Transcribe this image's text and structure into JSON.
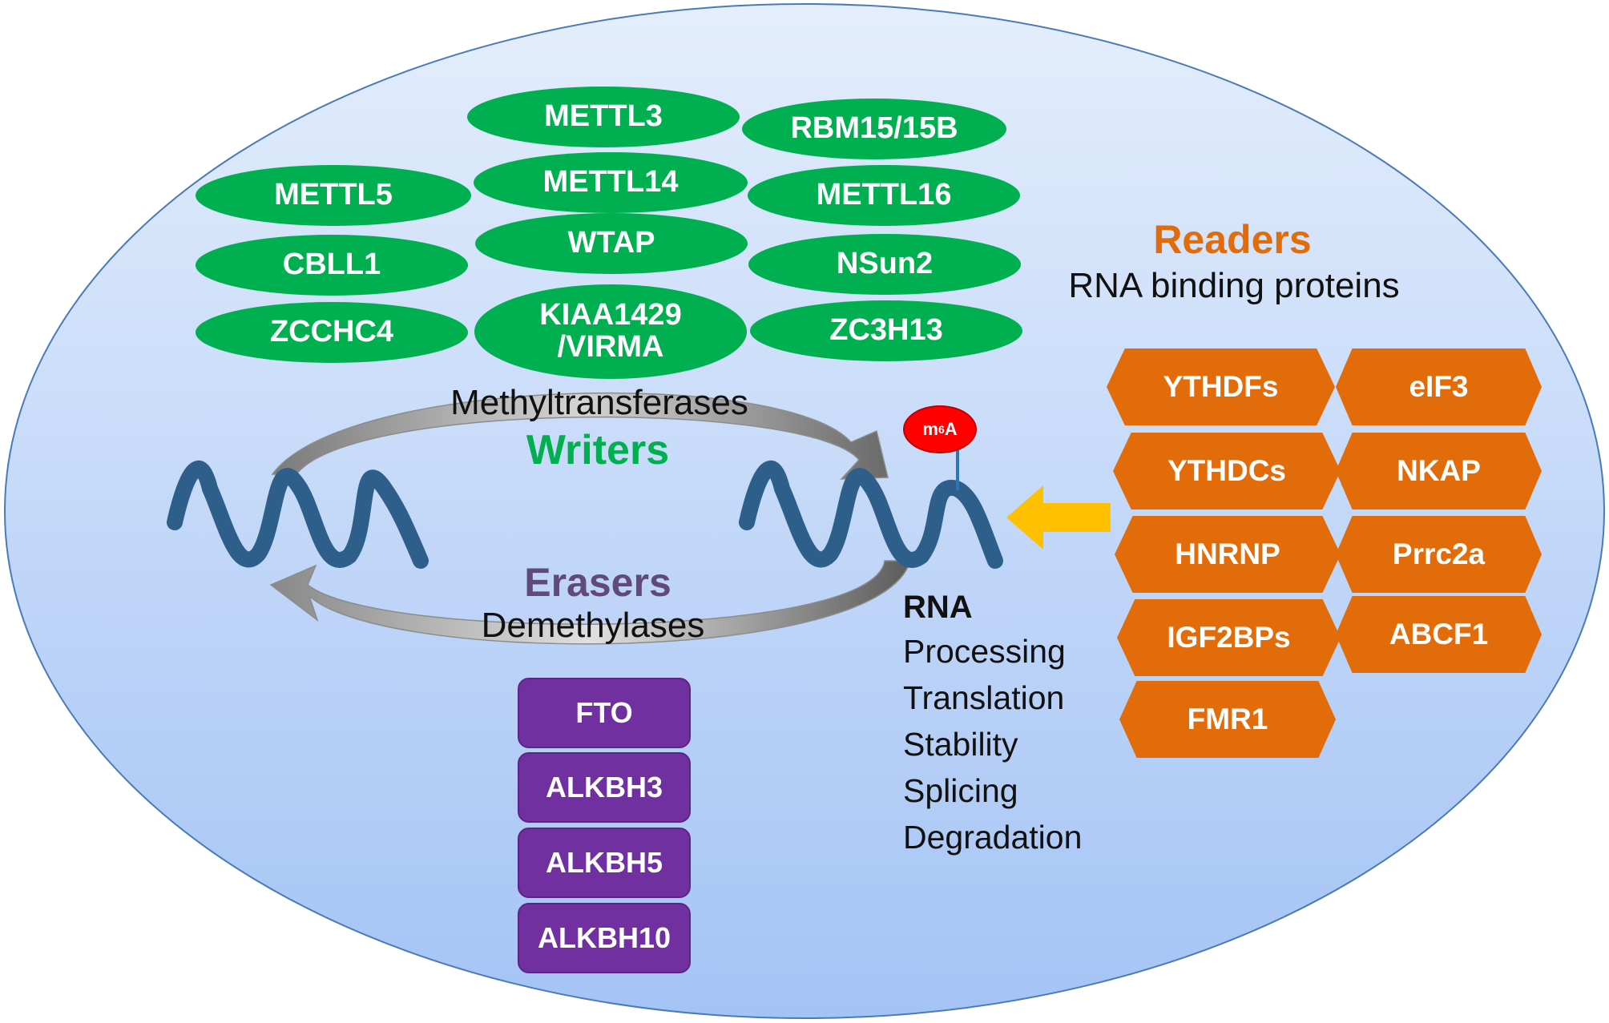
{
  "writers": {
    "title": "Writers",
    "subtitle": "Methyltransferases",
    "proteins": [
      "METTL3",
      "RBM15/15B",
      "METTL5",
      "METTL14",
      "METTL16",
      "CBLL1",
      "WTAP",
      "NSun2",
      "ZCCHC4",
      "KIAA1429 /VIRMA",
      "ZC3H13"
    ]
  },
  "erasers": {
    "title": "Erasers",
    "subtitle": "Demethylases",
    "proteins": [
      "FTO",
      "ALKBH3",
      "ALKBH5",
      "ALKBH10"
    ]
  },
  "readers": {
    "title": "Readers",
    "subtitle": "RNA binding proteins",
    "proteins": [
      "YTHDFs",
      "eIF3",
      "YTHDCs",
      "NKAP",
      "HNRNP",
      "Prrc2a",
      "IGF2BPs",
      "ABCF1",
      "FMR1"
    ]
  },
  "modification": {
    "base": "m",
    "superscript": "6",
    "suffix": "A"
  },
  "rna": {
    "title": "RNA",
    "functions": [
      "Processing",
      "Translation",
      "Stability",
      "Splicing",
      "Degradation"
    ]
  },
  "colors": {
    "writer": "#00b050",
    "reader": "#e36c0a",
    "eraser": "#7030a0",
    "cell_fill_top": "#e4eefc",
    "cell_fill_bottom": "#a4c3f5",
    "rna_strand": "#2e5f8a",
    "reader_arrow": "#ffc000",
    "m6a_mark": "#ff0000"
  }
}
